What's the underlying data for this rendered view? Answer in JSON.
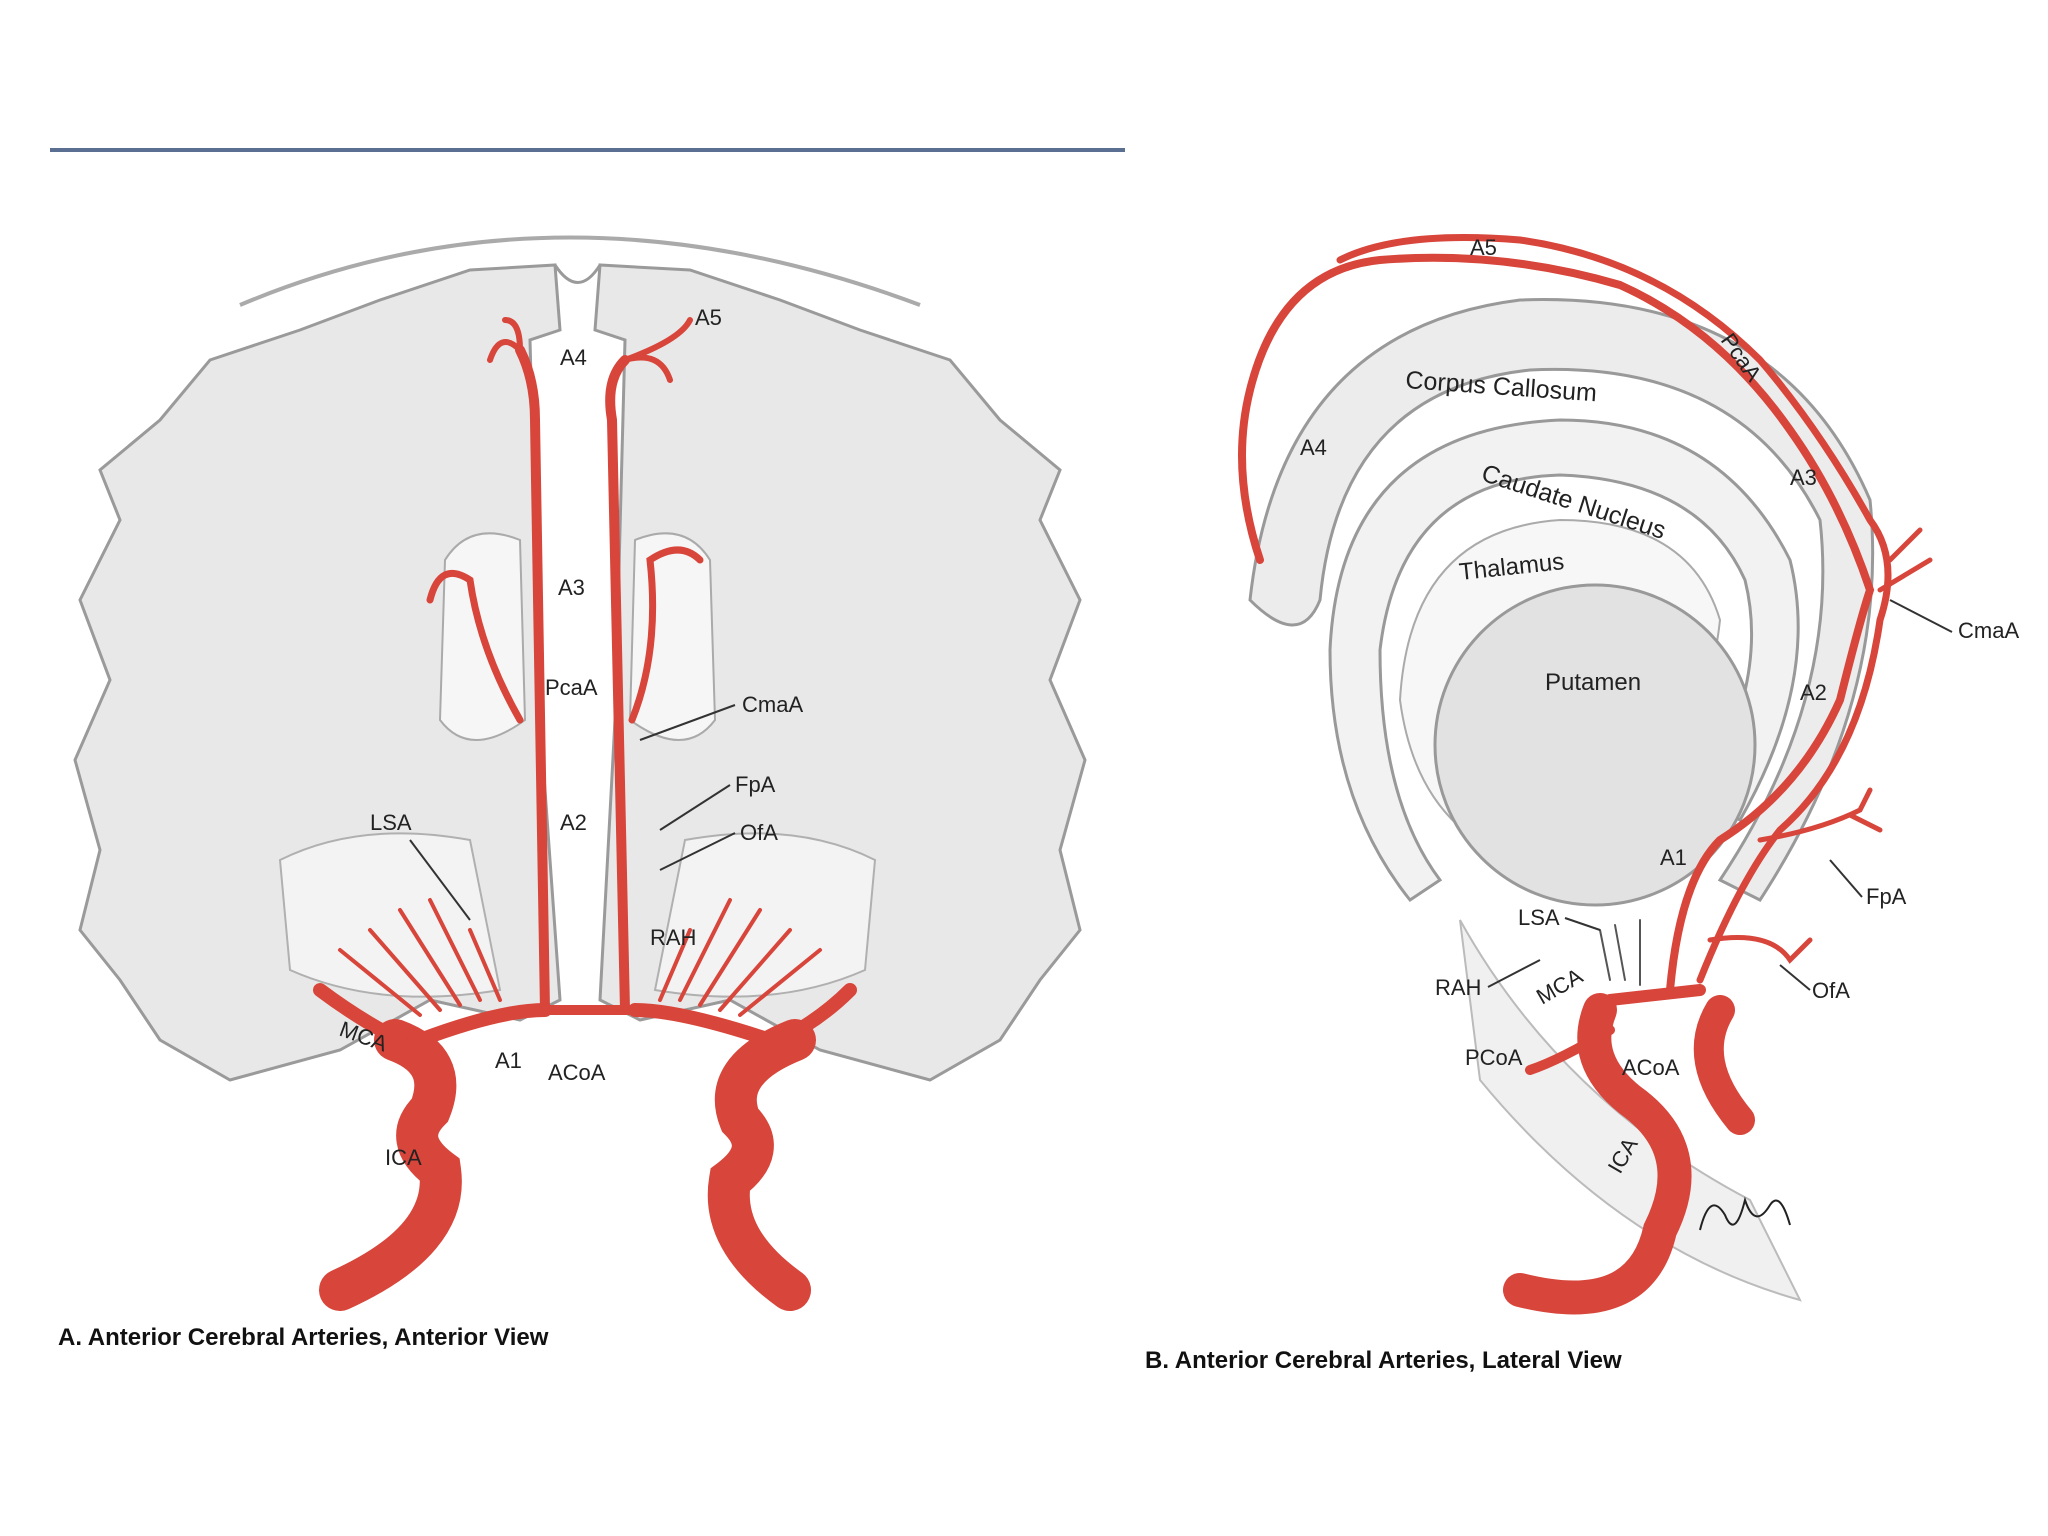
{
  "colors": {
    "artery": "#d8453a",
    "artery_dark": "#a82e27",
    "brain": "#e6e6e6",
    "brain_outline": "#9a9a9a",
    "divider": "#5b6f93"
  },
  "figure_a": {
    "caption": "A. Anterior Cerebral Arteries, Anterior View",
    "labels": {
      "a5": "A5",
      "a4": "A4",
      "a3": "A3",
      "a2": "A2",
      "a1": "A1",
      "pcaa": "PcaA",
      "cmaa": "CmaA",
      "fpa": "FpA",
      "ofa": "OfA",
      "lsa": "LSA",
      "rah": "RAH",
      "mca": "MCA",
      "acoa": "ACoA",
      "ica": "ICA"
    }
  },
  "figure_b": {
    "caption": "B. Anterior Cerebral Arteries, Lateral View",
    "labels": {
      "a5": "A5",
      "a4": "A4",
      "a3": "A3",
      "a2": "A2",
      "a1": "A1",
      "corpus_callosum": "Corpus Callosum",
      "caudate_nucleus": "Caudate Nucleus",
      "thalamus": "Thalamus",
      "putamen": "Putamen",
      "pcaa": "PcaA",
      "cmaa": "CmaA",
      "fpa": "FpA",
      "ofa": "OfA",
      "lsa": "LSA",
      "rah": "RAH",
      "mca": "MCA",
      "pcoa": "PCoA",
      "acoa": "ACoA",
      "ica": "ICA"
    }
  }
}
